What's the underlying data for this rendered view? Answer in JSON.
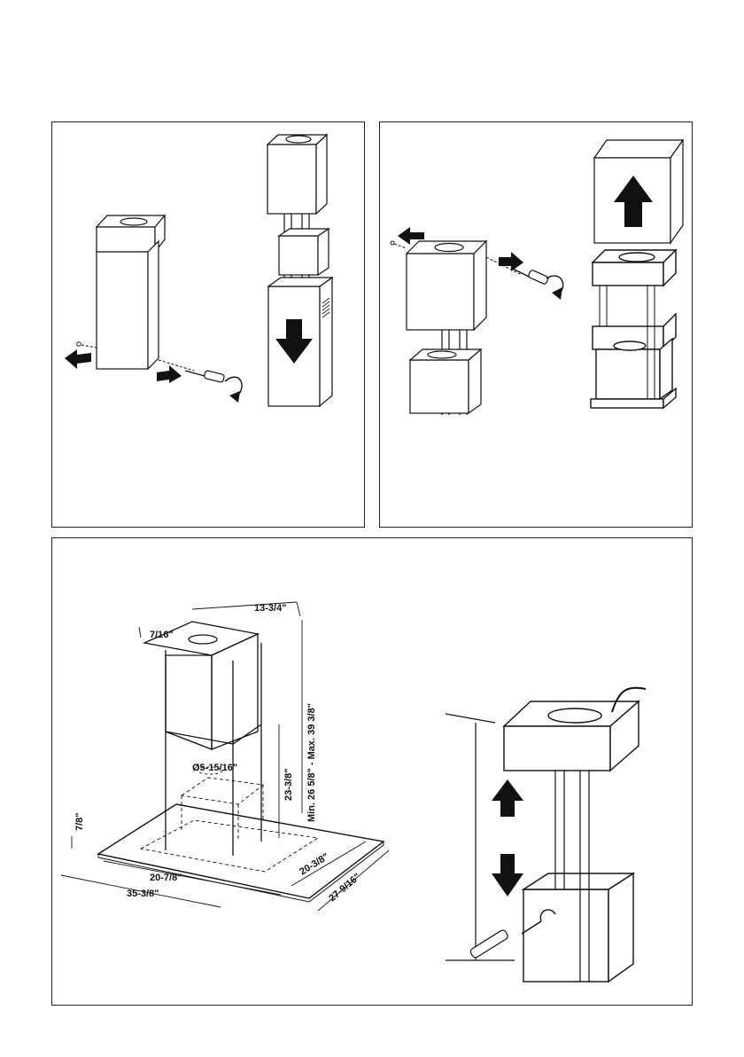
{
  "dimensions": {
    "top_width": "13-3/4\"",
    "top_depth": "7/16\"",
    "max_height": "Min. 26 5/8\" - Max. 39 3/8\"",
    "lower_height": "23-3/8\"",
    "duct_diameter": "Ø5-15/16\"",
    "glass_thickness": "7/8\"",
    "inner_width": "20-7/8\"",
    "inner_depth": "20-3/8\"",
    "outer_width": "35-3/8\"",
    "outer_depth": "27-9/16\""
  },
  "colors": {
    "line": "#111111",
    "fill": "#ffffff",
    "arrow": "#111111"
  },
  "icons": [
    "arrow-left-icon",
    "arrow-right-icon",
    "arrow-down-icon",
    "arrow-up-icon",
    "rotate-icon",
    "screwdriver-icon"
  ]
}
